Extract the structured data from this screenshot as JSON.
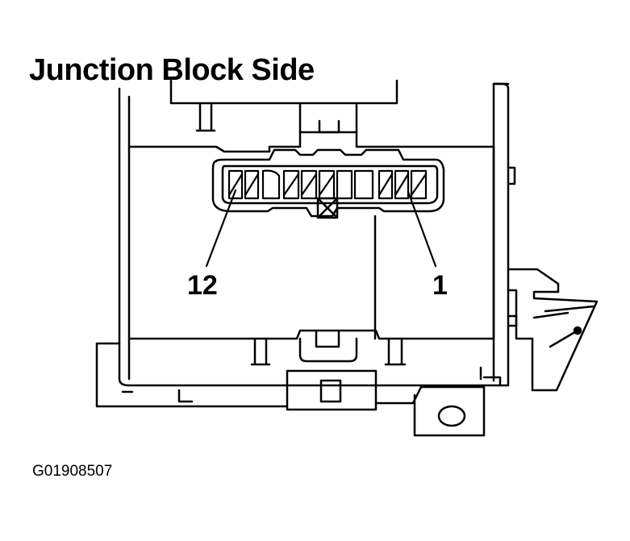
{
  "title": "Junction Block Side",
  "pin_labels": {
    "left": "12",
    "right": "1"
  },
  "figure_id": "G01908507",
  "colors": {
    "line": "#000000",
    "background": "#ffffff"
  }
}
